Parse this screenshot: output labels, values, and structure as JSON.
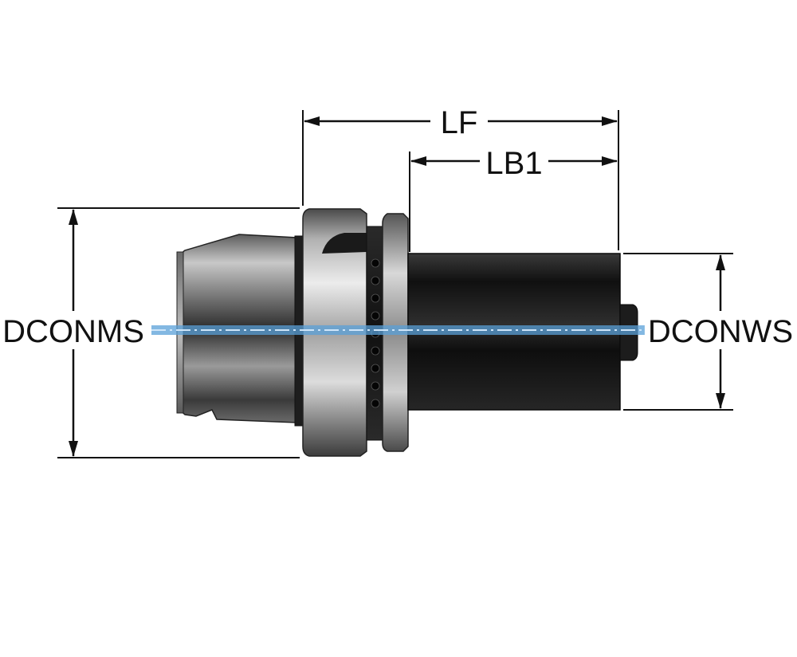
{
  "dimensions": {
    "lf": "LF",
    "lb1": "LB1",
    "dconms": "DCONMS",
    "dconws": "DCONWS"
  },
  "colors": {
    "line": "#111111",
    "axis": "#5aa0d8",
    "body_dark": "#1a1a1a",
    "steel_light": "#d4d4d4",
    "steel_mid": "#8a8a8a"
  }
}
